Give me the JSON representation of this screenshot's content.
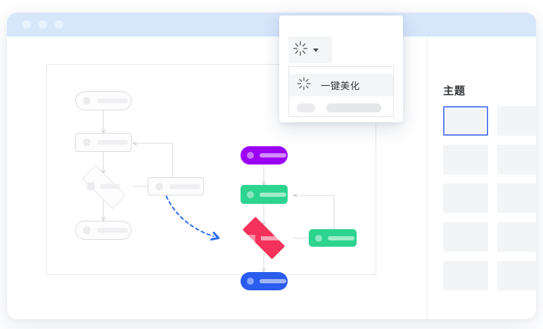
{
  "window": {
    "titlebar": {
      "traffic_lights": [
        "close-dot",
        "minimize-dot",
        "maximize-dot"
      ],
      "color": "#d6e6fb"
    }
  },
  "dropdown": {
    "trigger": {
      "icon": "sparkle-icon",
      "caret": "chevron-down-icon"
    },
    "items": [
      {
        "icon": "sparkle-icon",
        "label": "一键美化"
      }
    ],
    "placeholder_row": {
      "small": "",
      "large": ""
    }
  },
  "panel": {
    "title": "主题",
    "swatches": [
      {
        "index": 1,
        "selected": true
      },
      {
        "index": 2,
        "selected": false
      },
      {
        "index": 3,
        "selected": false
      },
      {
        "index": 4,
        "selected": false
      },
      {
        "index": 5,
        "selected": false
      },
      {
        "index": 6,
        "selected": false
      },
      {
        "index": 7,
        "selected": false
      },
      {
        "index": 8,
        "selected": false
      },
      {
        "index": 9,
        "selected": false
      },
      {
        "index": 10,
        "selected": false
      }
    ],
    "selected_border_color": "#5b7ff5",
    "swatch_color": "#f3f4f5"
  },
  "canvas": {
    "flowchart_plain": {
      "style": "unstyled",
      "node_fill": "#fdfdfd",
      "node_border": "#d8dade",
      "nodes": [
        {
          "name": "start",
          "shape": "pill"
        },
        {
          "name": "process",
          "shape": "rectangle"
        },
        {
          "name": "decision",
          "shape": "diamond"
        },
        {
          "name": "end",
          "shape": "pill"
        },
        {
          "name": "side-process",
          "shape": "rectangle"
        }
      ]
    },
    "flowchart_styled": {
      "style": "beautified",
      "nodes": [
        {
          "name": "start",
          "shape": "pill",
          "color": "#9b00f5"
        },
        {
          "name": "process",
          "shape": "rectangle",
          "color": "#2dd48f"
        },
        {
          "name": "decision",
          "shape": "diamond",
          "color": "#f5325b"
        },
        {
          "name": "end",
          "shape": "pill",
          "color": "#2b5cf0"
        },
        {
          "name": "side-process",
          "shape": "rectangle",
          "color": "#2dd48f"
        }
      ]
    },
    "transform_arrow": {
      "name": "dashed-curved-arrow",
      "color": "#2b6cf0",
      "style": "dashed"
    },
    "connector_color": "#d6d8dc"
  }
}
